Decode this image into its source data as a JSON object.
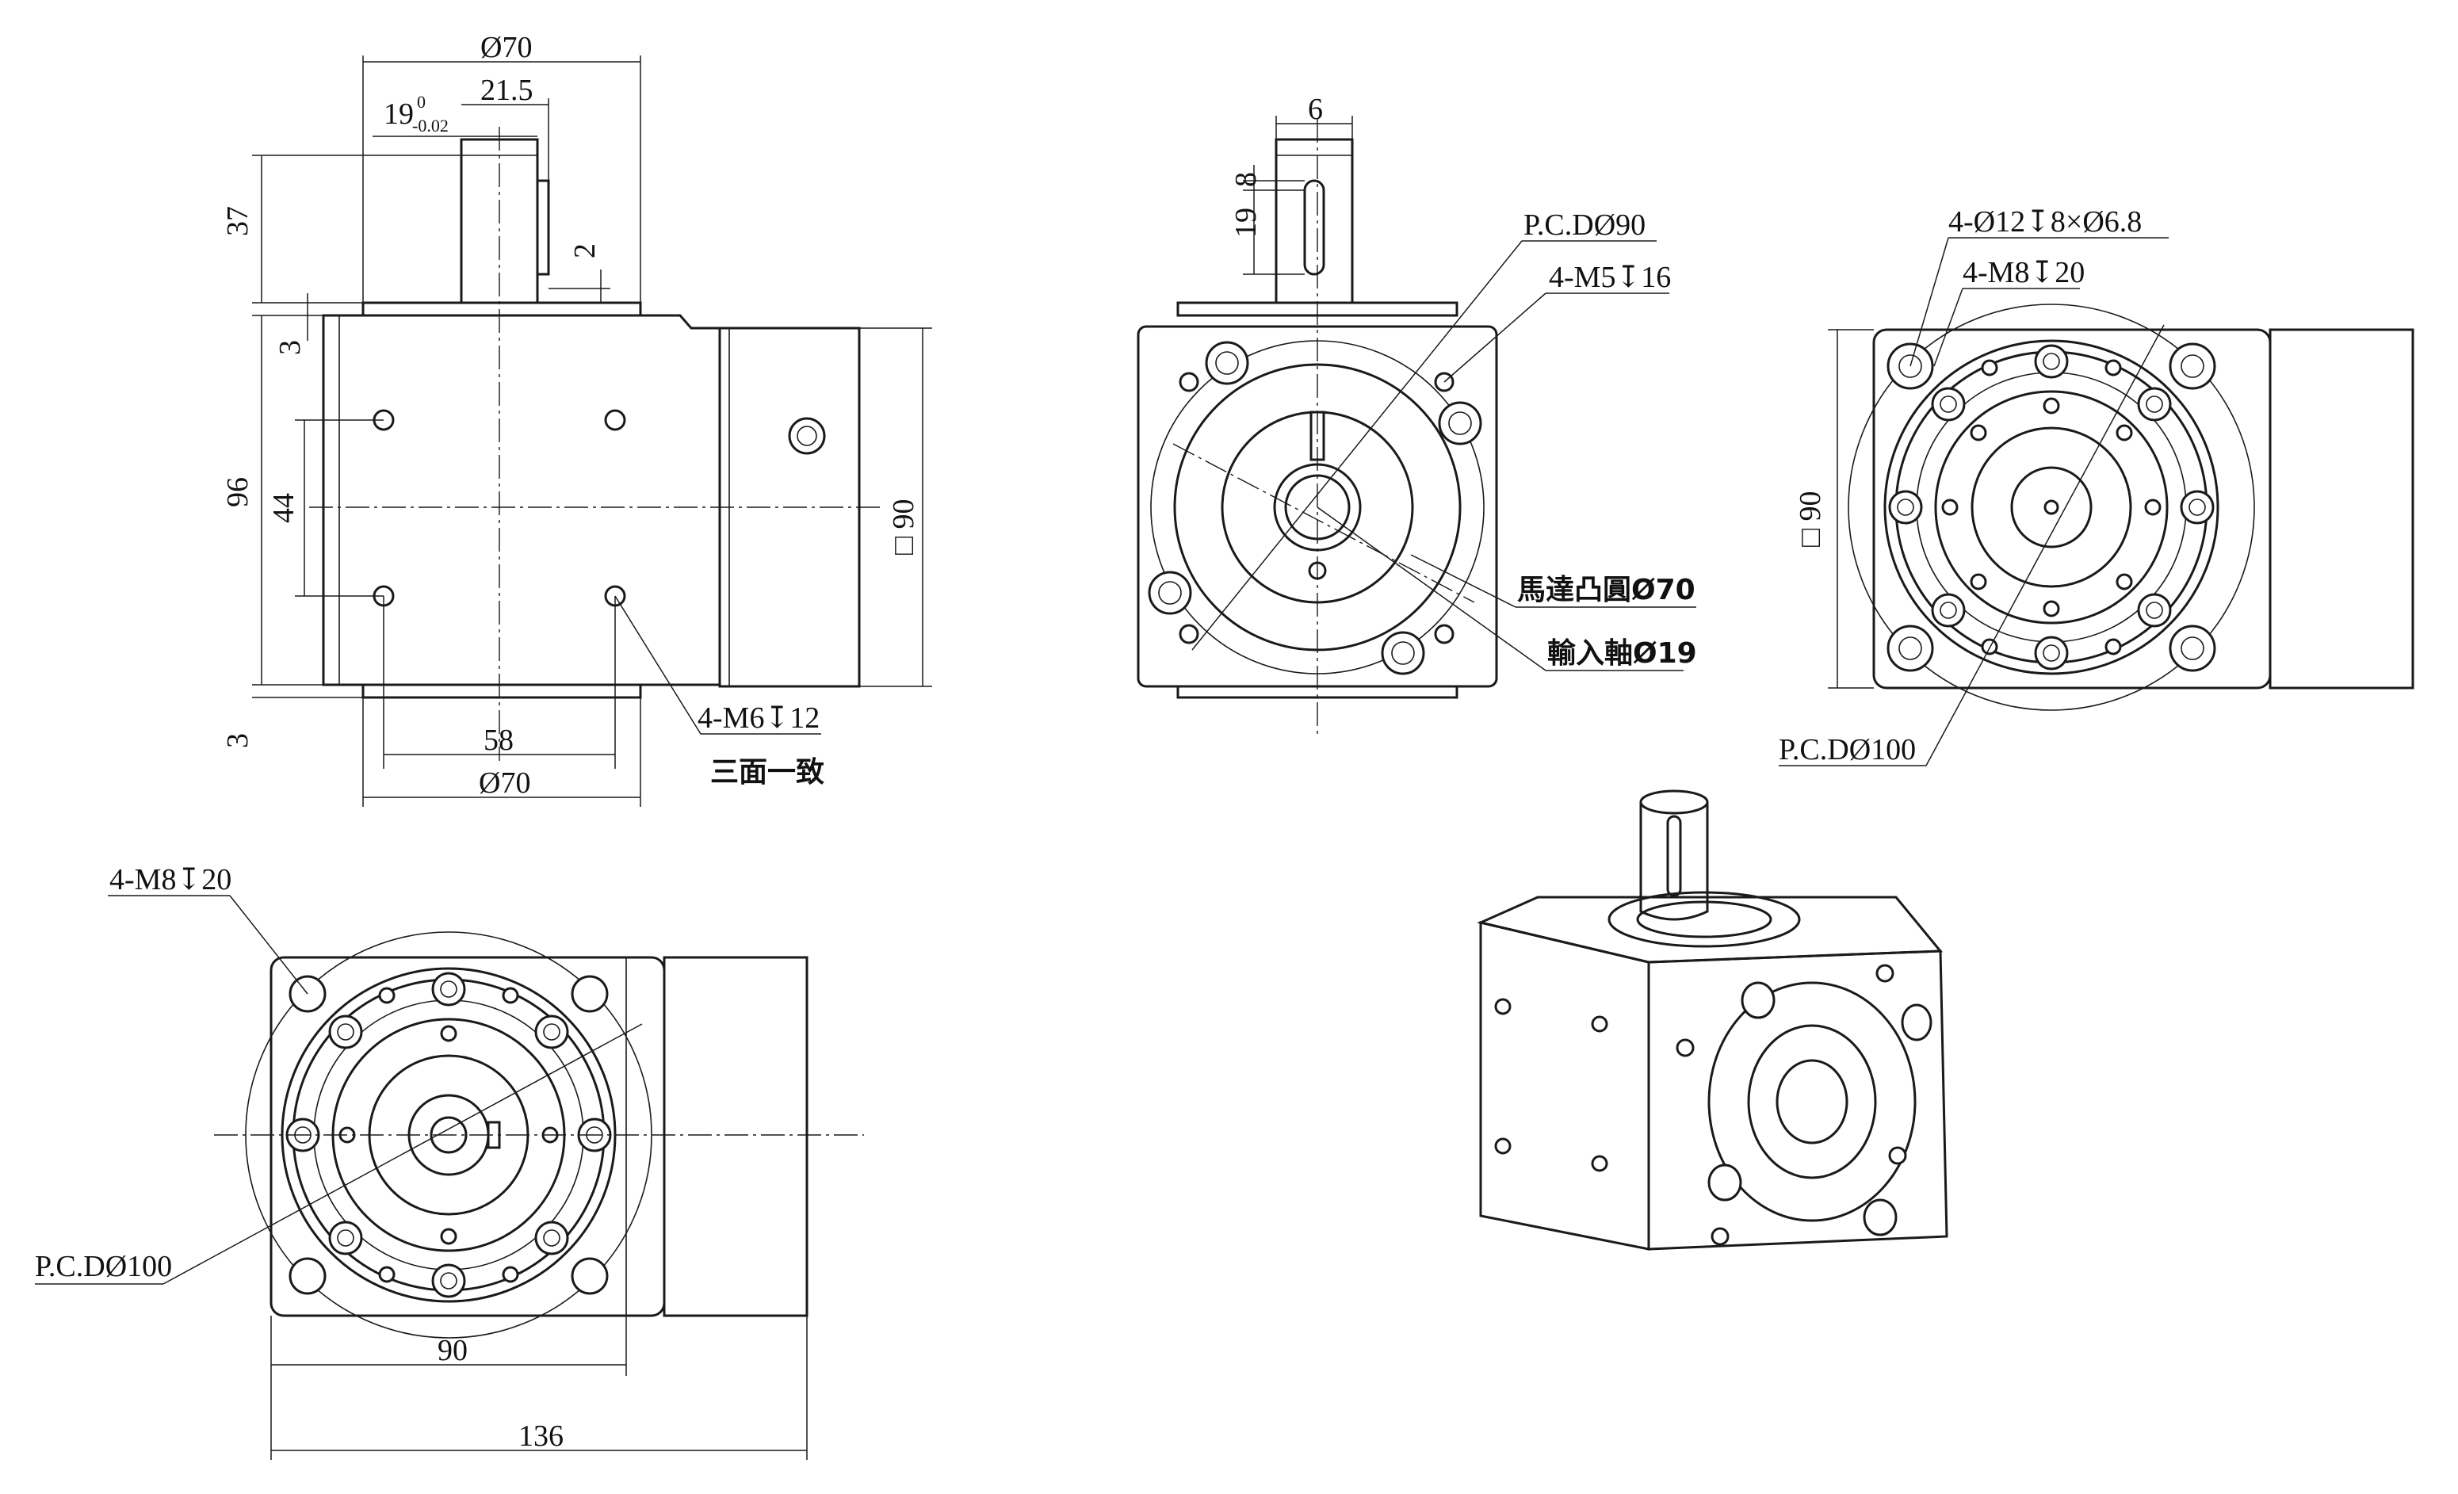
{
  "side_view": {
    "dim_dia70_top": "Ø70",
    "dim_21_5": "21.5",
    "dim_19_base": "19",
    "dim_19_tol_upper": "0",
    "dim_19_tol_lower": "-0.02",
    "dim_37": "37",
    "dim_2": "2",
    "dim_3_top": "3",
    "dim_96": "96",
    "dim_44": "44",
    "dim_3_bottom": "3",
    "dim_58": "58",
    "dim_dia70_bottom": "Ø70",
    "dim_square90": "□ 90",
    "note_holes": "4-M6↧12",
    "note_three_faces": "三面一致"
  },
  "front_view": {
    "dim_6": "6",
    "dim_8": "8",
    "dim_19": "19",
    "note_pcd90": "P.C.DØ90",
    "note_m5": "4-M5↧16",
    "note_motor_boss": "馬達凸圓Ø70",
    "note_input_shaft": "輸入軸Ø19"
  },
  "right_view": {
    "note_counterbore": "4-Ø12↧8×Ø6.8",
    "note_m8": "4-M8↧20",
    "dim_square90": "□ 90",
    "note_pcd100": "P.C.DØ100"
  },
  "bottom_view": {
    "note_m8": "4-M8↧20",
    "note_pcd100": "P.C.DØ100",
    "dim_90": "90",
    "dim_136": "136"
  }
}
